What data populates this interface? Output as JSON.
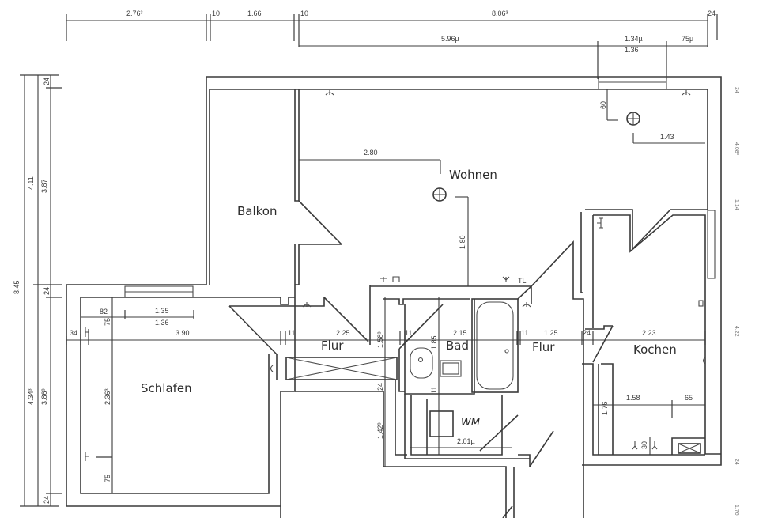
{
  "plan": {
    "rooms": {
      "wohnen": "Wohnen",
      "balkon": "Balkon",
      "schlafen": "Schlafen",
      "flur_left": "Flur",
      "bad": "Bad",
      "flur_right": "Flur",
      "kochen": "Kochen",
      "wm": "WM"
    },
    "top_dimensions": {
      "row1": [
        "2.76³",
        "10",
        "1.66",
        "10",
        "8.06³",
        "24"
      ],
      "row2": [
        "5.96µ",
        "1.34µ",
        "75µ"
      ],
      "row2_sub": "1.36"
    },
    "left_dimensions": {
      "total": "8.45",
      "upper_outer": "4.11",
      "upper_inner": "3.87",
      "upper_wall_top": "24",
      "upper_wall_bottom": "24",
      "lower_outer": "4.34³",
      "lower_inner": "3.86³",
      "lower_wall_bottom": "24"
    },
    "interior_dimensions": {
      "wohnen_width": "2.80",
      "wohnen_depth": "1.80",
      "wohnen_right_offset": "1.43",
      "wohnen_top_offset": "60",
      "schlafen_window_offset": "82",
      "schlafen_window_width": "1.35",
      "schlafen_window_sub": "1.36",
      "schlafen_sill": "75",
      "schlafen_wall": "34",
      "schlafen_width": "3.90",
      "schlafen_depth": "2.36³",
      "schlafen_bottom": "75",
      "wall_11_a": "11",
      "flur_width": "2.25",
      "flur_depth": "1.58³",
      "wall_11_b": "11",
      "bad_width": "2.15",
      "bad_depth": "1.85",
      "wall_11_c": "11",
      "flur2_width": "1.25",
      "wall_24": "24",
      "kochen_width": "2.23",
      "abstell_wall_24": "24",
      "abstell_depth": "1.42³",
      "wm_wall": "11",
      "wm_width": "2.01µ",
      "kochen_depth": "1.76",
      "kochen_left": "1.58",
      "kochen_right": "65",
      "kochen_sill": "30"
    },
    "symbols": {
      "tl_label": "TL"
    },
    "right_margin_marks": [
      "24",
      "4.08³",
      "1.14",
      "4.22",
      "24",
      "1.76"
    ]
  }
}
